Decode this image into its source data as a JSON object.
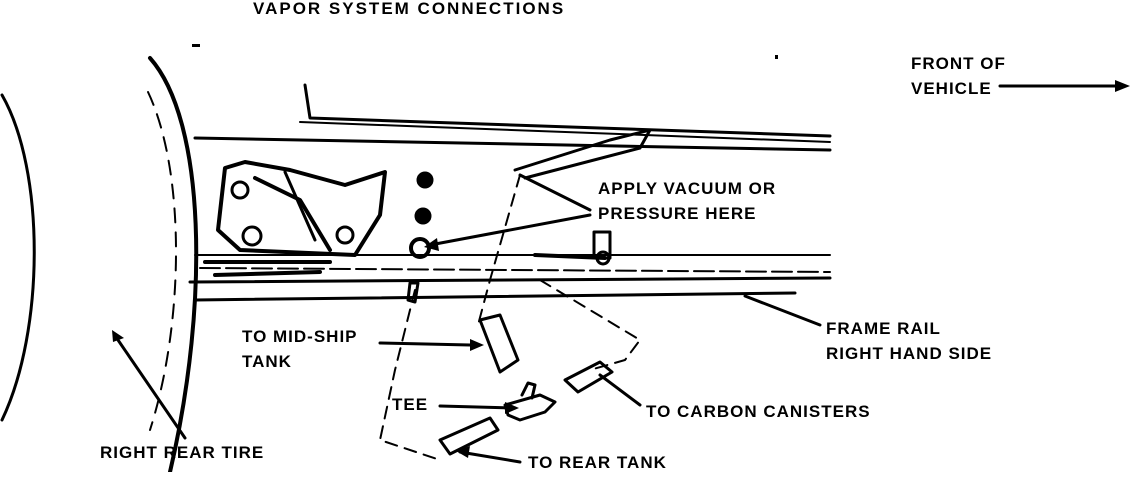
{
  "title": "VAPOR SYSTEM CONNECTIONS",
  "labels": {
    "front_of_vehicle_1": "FRONT OF",
    "front_of_vehicle_2": "VEHICLE",
    "apply_vacuum_1": "APPLY VACUUM OR",
    "apply_vacuum_2": "PRESSURE HERE",
    "mid_ship_1": "TO MID-SHIP",
    "mid_ship_2": "TANK",
    "frame_rail_1": "FRAME RAIL",
    "frame_rail_2": "RIGHT HAND SIDE",
    "tee": "TEE",
    "carbon_canisters": "TO CARBON CANISTERS",
    "right_rear_tire": "RIGHT REAR TIRE",
    "rear_tank": "TO REAR TANK"
  }
}
